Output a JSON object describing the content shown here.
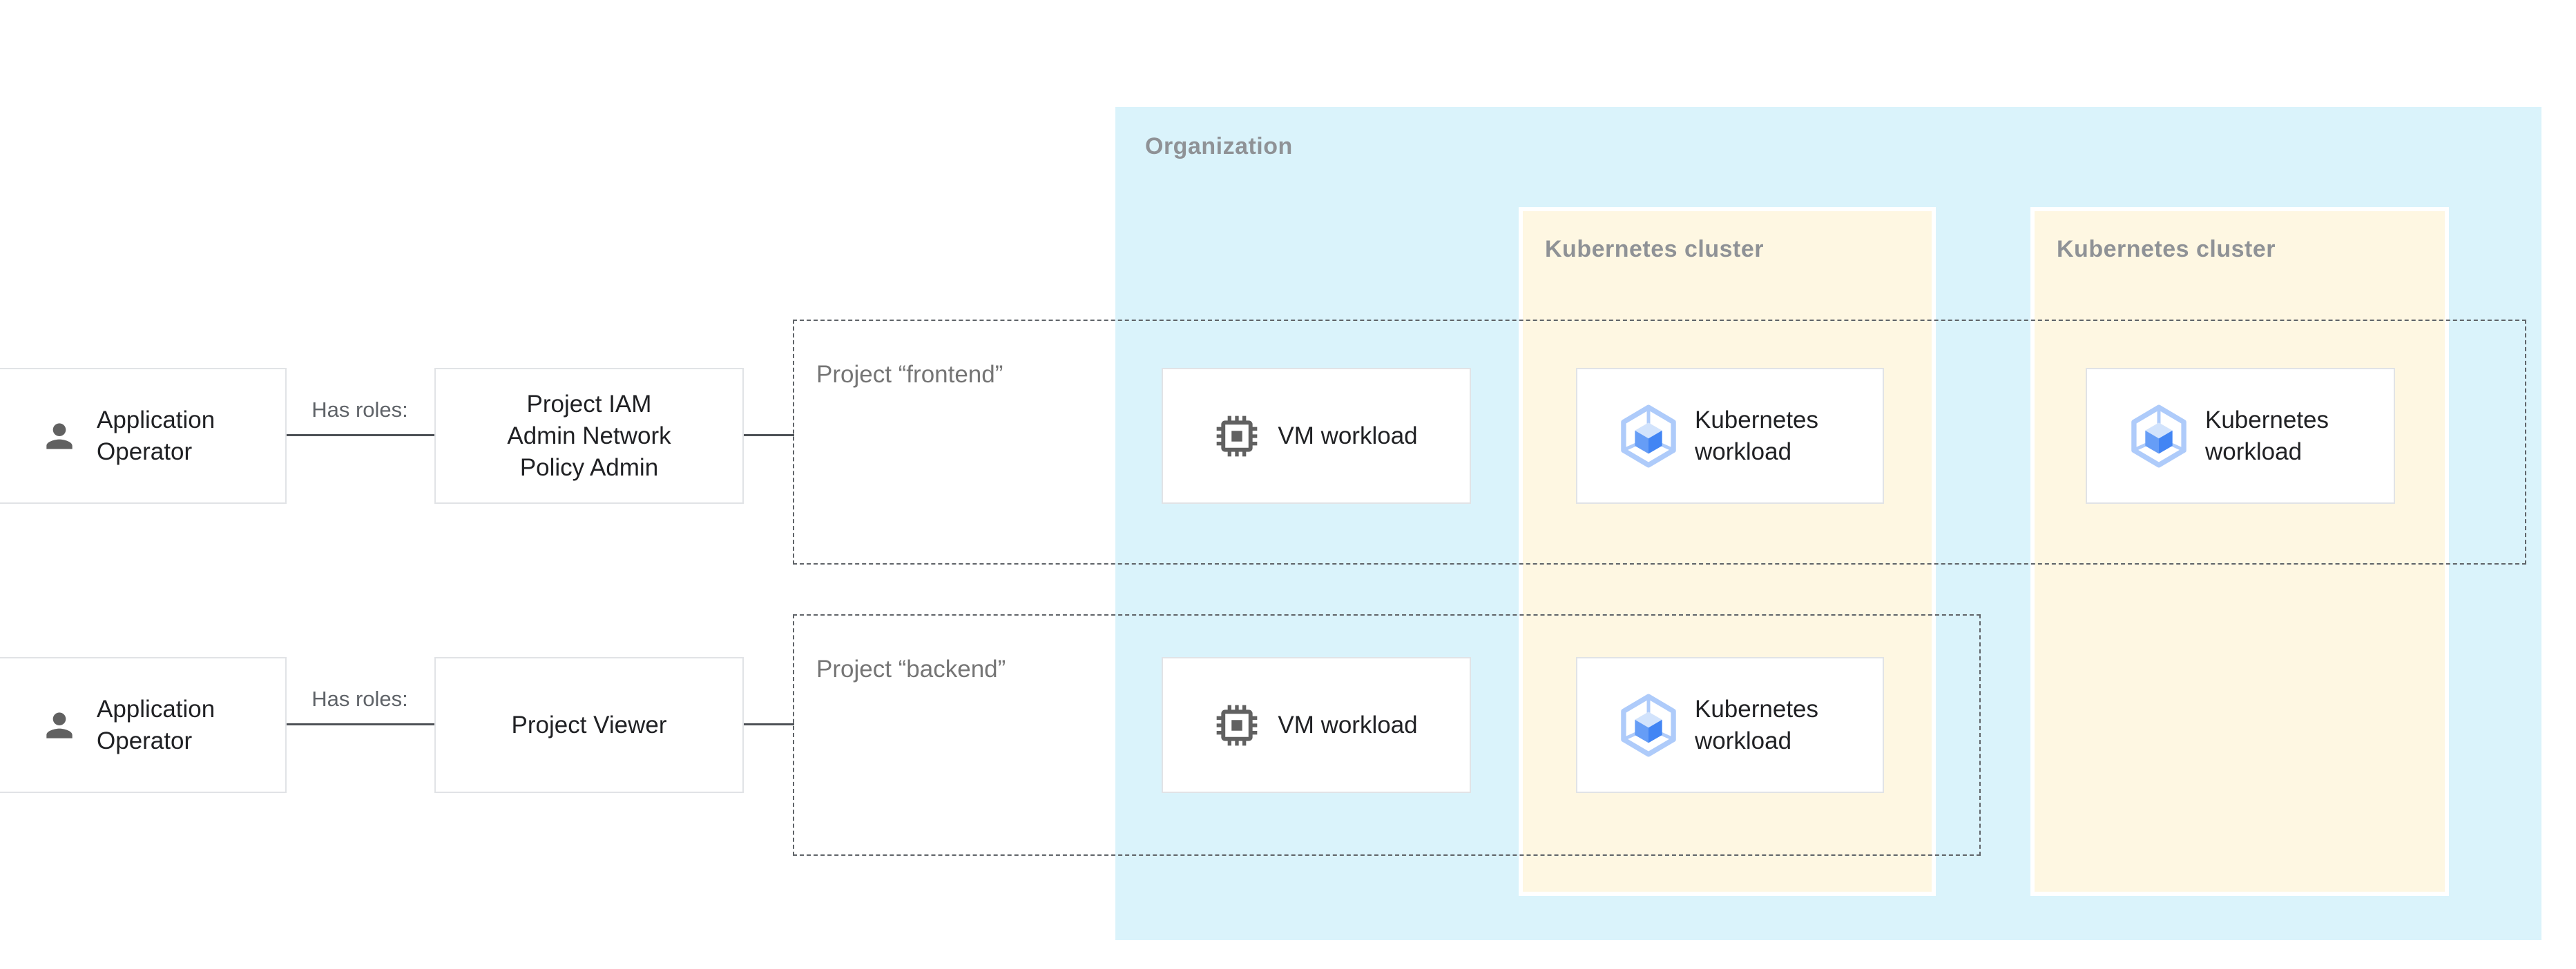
{
  "organization": {
    "label": "Organization"
  },
  "clusters": [
    {
      "label": "Kubernetes cluster"
    },
    {
      "label": "Kubernetes cluster"
    }
  ],
  "projects": [
    {
      "label": "Project “frontend”"
    },
    {
      "label": "Project “backend”"
    }
  ],
  "rows": [
    {
      "actor": "Application Operator",
      "relation": "Has roles:",
      "role": "Project IAM Admin Network Policy Admin"
    },
    {
      "actor": "Application Operator",
      "relation": "Has roles:",
      "role": "Project Viewer"
    }
  ],
  "workloads": [
    {
      "kind": "vm",
      "label": "VM workload"
    },
    {
      "kind": "kubernetes",
      "label": "Kubernetes workload"
    },
    {
      "kind": "kubernetes",
      "label": "Kubernetes workload"
    },
    {
      "kind": "vm",
      "label": "VM workload"
    },
    {
      "kind": "kubernetes",
      "label": "Kubernetes workload"
    }
  ],
  "icons": {
    "person": "person-icon",
    "vm": "vm-chip-icon",
    "kubernetes": "gke-hexagon-icon"
  },
  "colors": {
    "organization_bg": "#DAF3FB",
    "cluster_bg": "#FEF7E2",
    "cluster_border": "#FFFFFF",
    "node_border": "#E1E3E6",
    "dashed_boundary": "#5F6368",
    "connector": "#4D5156",
    "text_primary": "#202124",
    "container_label": "#8F9296",
    "project_label": "#757575",
    "relation_label": "#5F6368",
    "icon_gray": "#616161",
    "gke_hexagon": "#AECBFA",
    "gke_cube_top": "#D2E3FC",
    "gke_cube_left": "#669DF6",
    "gke_cube_right": "#4285F4"
  }
}
